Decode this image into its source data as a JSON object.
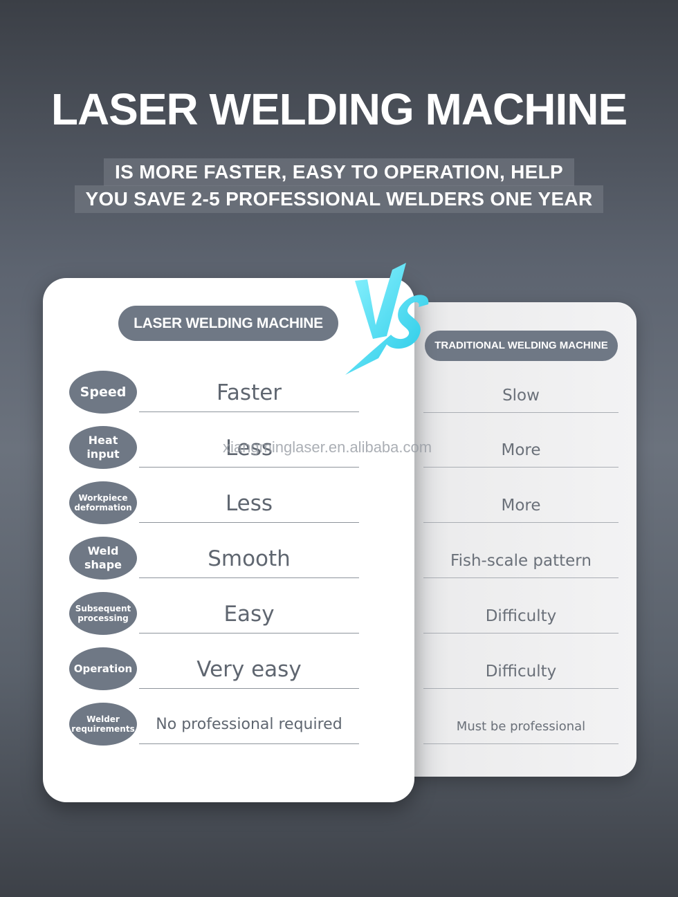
{
  "header": {
    "title": "LASER WELDING MACHINE",
    "subtitle_line1": "IS MORE FASTER, EASY TO OPERATION, HELP",
    "subtitle_line2": "YOU SAVE 2-5 PROFESSIONAL WELDERS ONE YEAR"
  },
  "vs_label": "VS",
  "vs_color": "#3fd8f0",
  "accent_color": "#6f7885",
  "left_card": {
    "title": "LASER WELDING MACHINE",
    "rows": [
      {
        "label": "Speed",
        "value": "Faster"
      },
      {
        "label": "Heat input",
        "value": "Less"
      },
      {
        "label": "Workpiece deformation",
        "value": "Less"
      },
      {
        "label": "Weld shape",
        "value": "Smooth"
      },
      {
        "label": "Subsequent processing",
        "value": "Easy"
      },
      {
        "label": "Operation",
        "value": "Very easy"
      },
      {
        "label": "Welder requirements",
        "value": "No professional required"
      }
    ]
  },
  "right_card": {
    "title": "TRADITIONAL WELDING MACHINE",
    "values": [
      "Slow",
      "More",
      "More",
      "Fish-scale pattern",
      "Difficulty",
      "Difficulty",
      "Must be professional"
    ]
  },
  "watermark": "xiangminglaser.en.alibaba.com"
}
